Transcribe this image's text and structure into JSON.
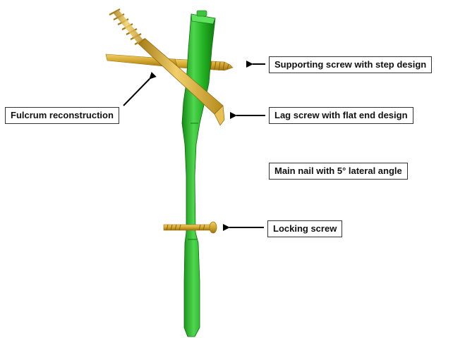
{
  "labels": {
    "supporting_screw": "Supporting screw with step design",
    "lag_screw": "Lag screw with flat end design",
    "main_nail": "Main nail with 5° lateral angle",
    "locking_screw": "Locking screw",
    "fulcrum": "Fulcrum reconstruction"
  },
  "icons": {
    "nail": "intramedullary-nail-icon",
    "lag_screw": "lag-screw-icon",
    "supporting_screw": "supporting-screw-icon",
    "locking_screw": "locking-screw-icon",
    "arrow": "arrow-left-icon"
  },
  "colors": {
    "nail": "#22b022",
    "nail_dark": "#138a13",
    "nail_light": "#4fd64f",
    "screw": "#d2a62e",
    "screw_dark": "#a57a14",
    "screw_light": "#f1cf6a",
    "arrow": "#000000",
    "label_border": "#333333"
  }
}
